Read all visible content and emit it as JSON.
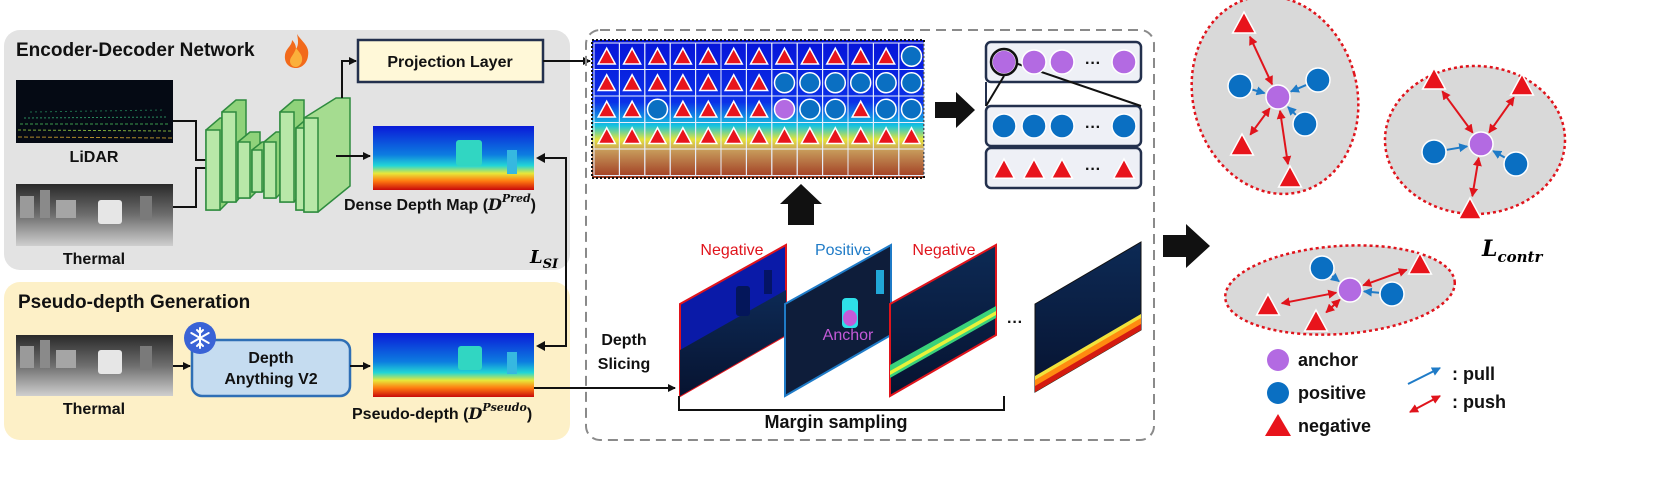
{
  "encoder": {
    "title": "Encoder-Decoder Network",
    "fire_icon": "fire-icon",
    "lidar_label": "LiDAR",
    "thermal_label": "Thermal"
  },
  "projection": {
    "label": "Projection Layer"
  },
  "dense_depth": {
    "label_text": "Dense Depth Map (",
    "label_math": "D",
    "label_sup": "Pred",
    "label_close": ")"
  },
  "loss_si": {
    "main": "L",
    "sub": "SI"
  },
  "pseudo": {
    "title": "Pseudo-depth Generation",
    "snowflake_icon": "snowflake-icon",
    "thermal_label": "Thermal",
    "model_line1": "Depth",
    "model_line2": "Anything V2",
    "output_text": "Pseudo-depth (",
    "output_math": "D",
    "output_sup": "Pseudo",
    "output_close": ")"
  },
  "slicing": {
    "label_line1": "Depth",
    "label_line2": "Slicing",
    "negative_left": "Negative",
    "positive": "Positive",
    "negative_right": "Negative",
    "anchor": "Anchor",
    "ellipsis": "···",
    "margin_label": "Margin sampling"
  },
  "queues": {
    "ellipsis": "···"
  },
  "loss_contr": {
    "main": "L",
    "sub": "contr"
  },
  "legend": {
    "anchor": "anchor",
    "positive": "positive",
    "negative": "negative",
    "pull": ":  pull",
    "push": ":  push"
  },
  "colors": {
    "anchor": "#b36ae2",
    "positive": "#0a6fc2",
    "negative": "#e8141c",
    "pull_arrow": "#1f7bc7",
    "push_arrow": "#e0141c",
    "encoder_bg": "#e3e3e3",
    "pseudo_bg": "#fdf0c7",
    "projection_bg": "#fff8d8",
    "model_bg": "#c5dcf0",
    "green_block": "#b8e8a8"
  }
}
